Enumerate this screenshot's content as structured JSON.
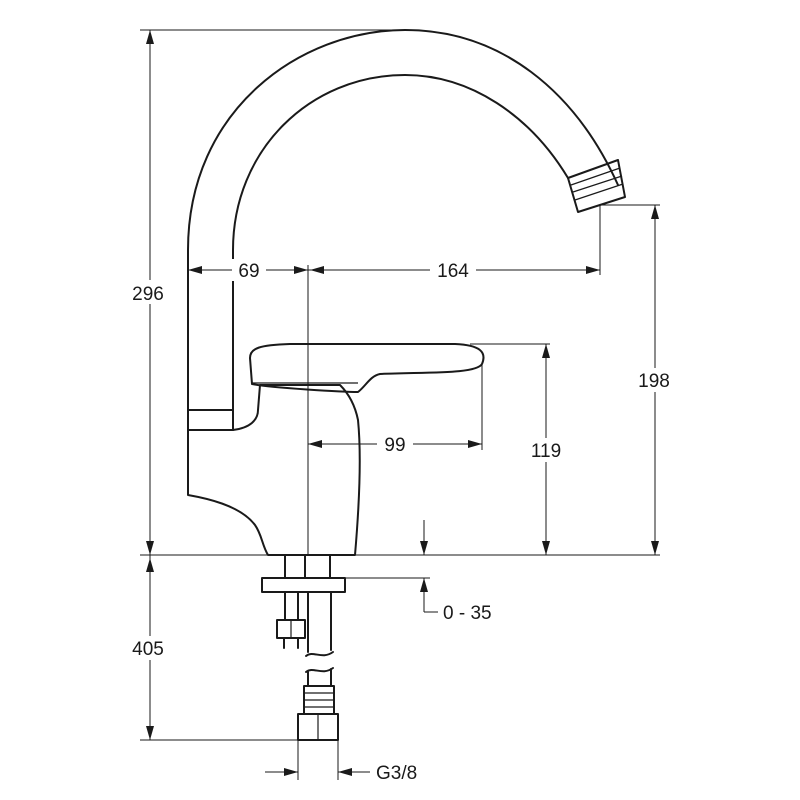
{
  "dimensions": {
    "total_height": "296",
    "spout_offset": "69",
    "spout_reach": "164",
    "spout_outlet_height": "198",
    "lever_reach": "99",
    "lever_height": "119",
    "deck_thickness": "0 - 35",
    "below_deck_length": "405",
    "thread": "G3/8"
  }
}
